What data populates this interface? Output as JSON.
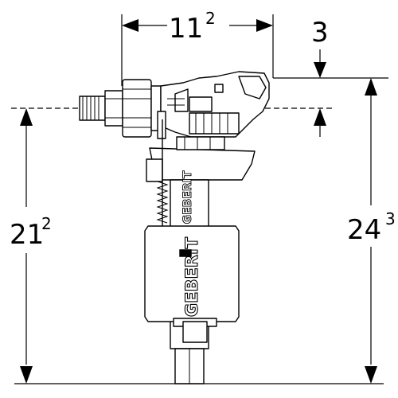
{
  "dimensions": {
    "width_top": {
      "main": "11",
      "sup": "2"
    },
    "offset_top_right": {
      "main": "3"
    },
    "height_left": {
      "main": "21",
      "sup": "2"
    },
    "height_right": {
      "main": "24",
      "sup": "3"
    }
  },
  "brand": {
    "logo_text": "GEBERIT"
  }
}
